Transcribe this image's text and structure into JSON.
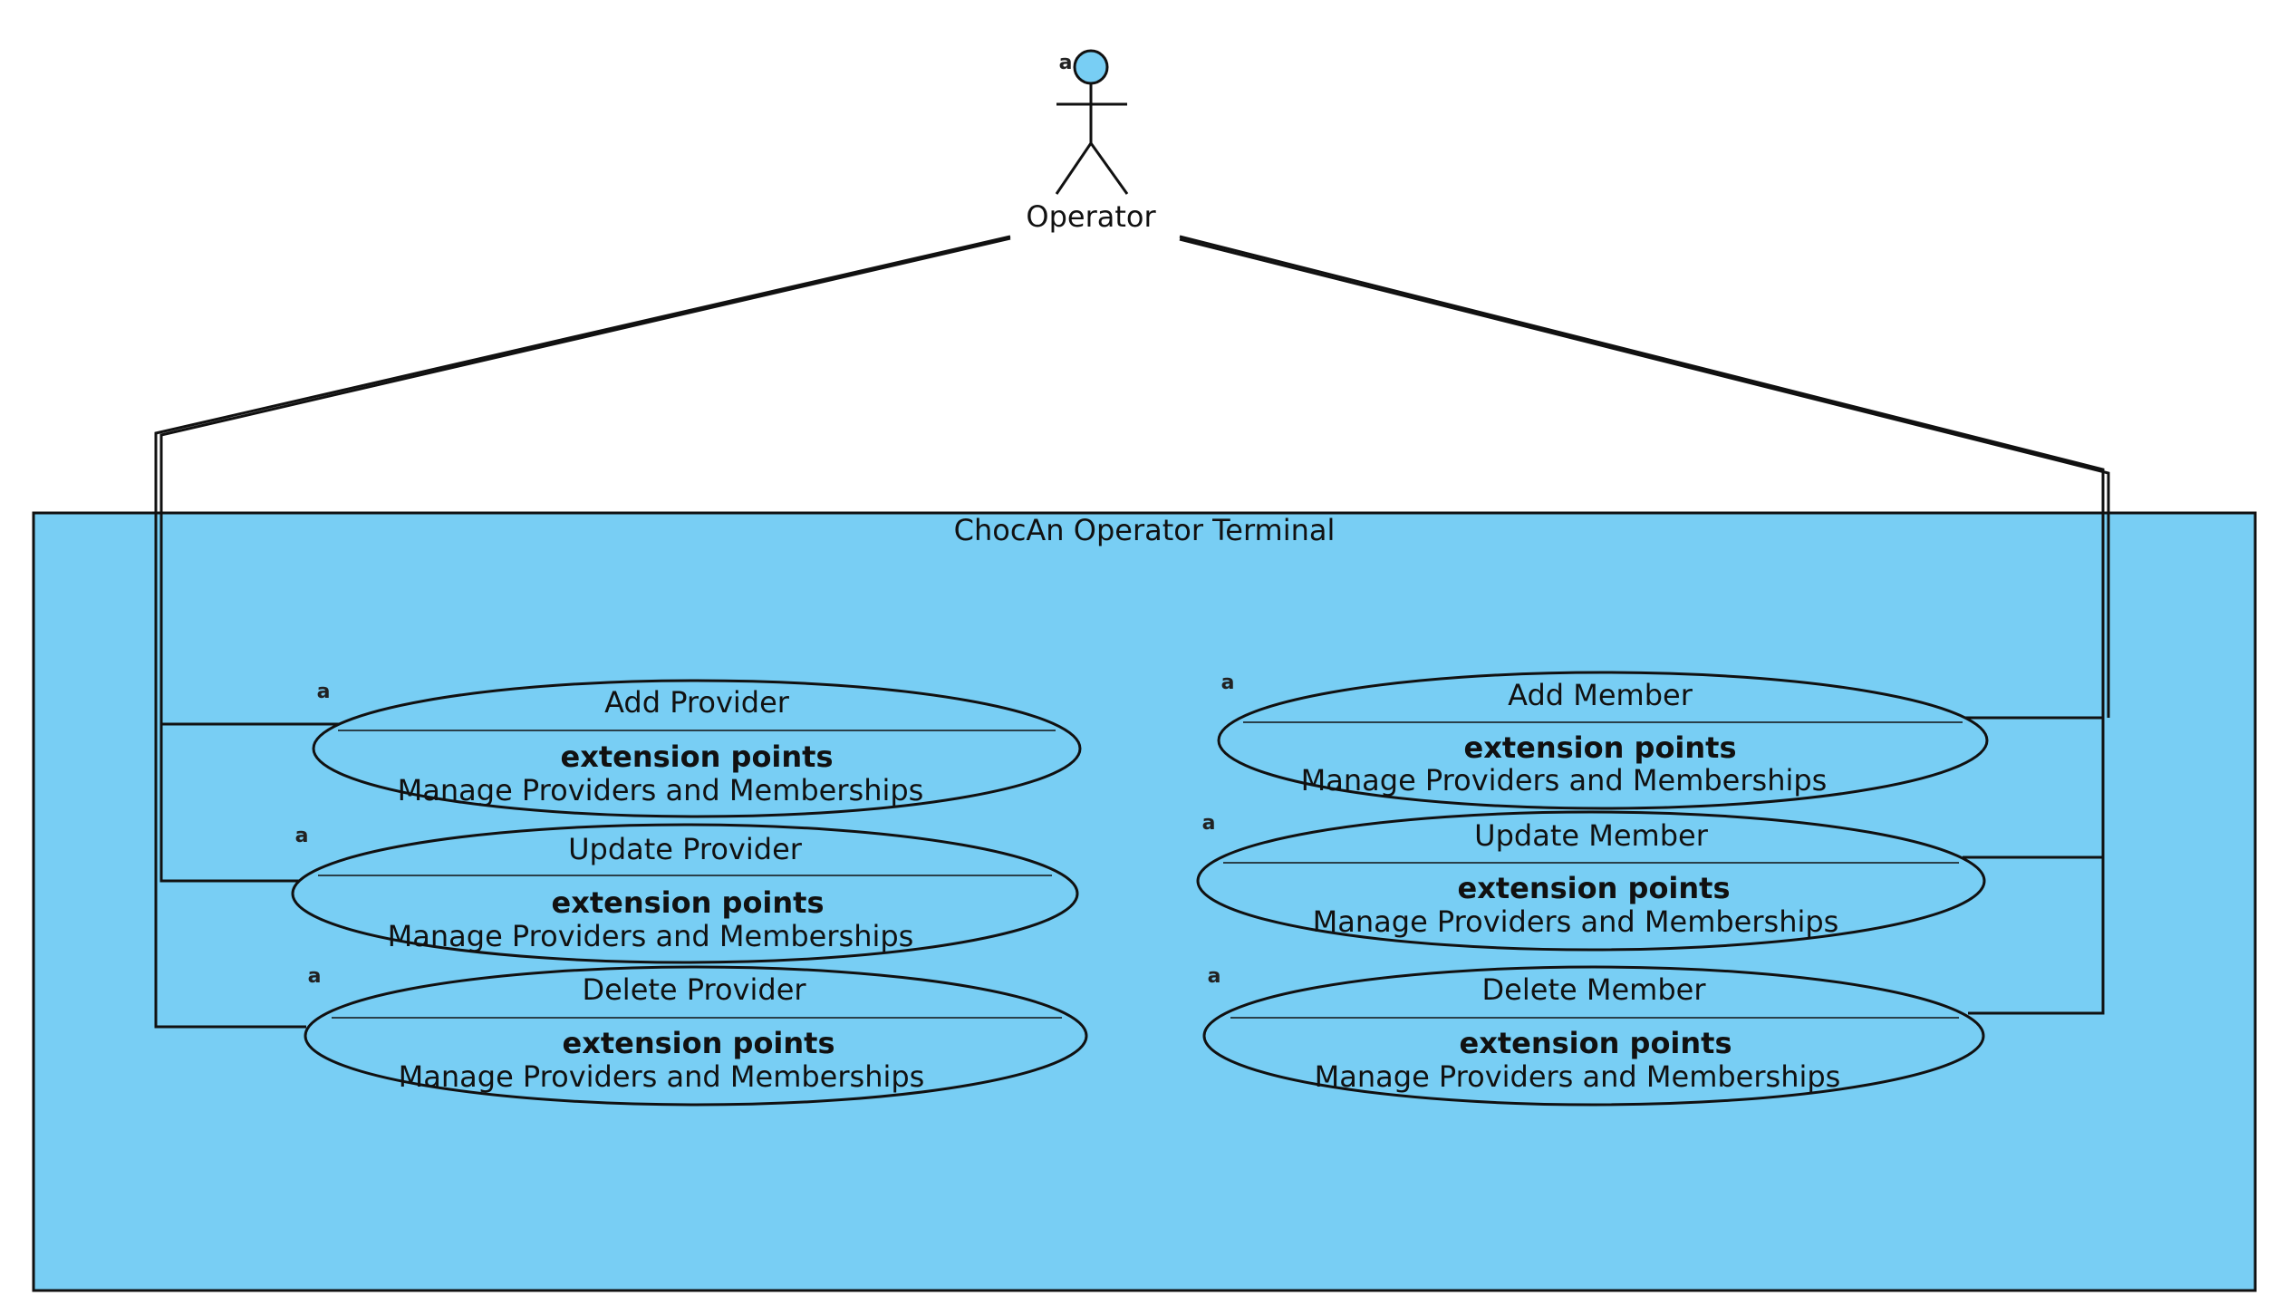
{
  "system": {
    "title": "ChocAn Operator Terminal"
  },
  "actor": {
    "name": "Operator",
    "marker": "a"
  },
  "use_cases": [
    {
      "name": "Add Provider",
      "extension_heading": "extension points",
      "extension_point": "Manage Providers and Memberships",
      "marker": "a"
    },
    {
      "name": "Update Provider",
      "extension_heading": "extension points",
      "extension_point": "Manage Providers and Memberships",
      "marker": "a"
    },
    {
      "name": "Delete Provider",
      "extension_heading": "extension points",
      "extension_point": "Manage Providers and Memberships",
      "marker": "a"
    },
    {
      "name": "Add Member",
      "extension_heading": "extension points",
      "extension_point": "Manage Providers and Memberships",
      "marker": "a"
    },
    {
      "name": "Update Member",
      "extension_heading": "extension points",
      "extension_point": "Manage Providers and Memberships",
      "marker": "a"
    },
    {
      "name": "Delete Member",
      "extension_heading": "extension points",
      "extension_point": "Manage Providers and Memberships",
      "marker": "a"
    }
  ],
  "colors": {
    "fill": "#78CEF4",
    "stroke": "#111111",
    "background": "#FFFFFF"
  }
}
